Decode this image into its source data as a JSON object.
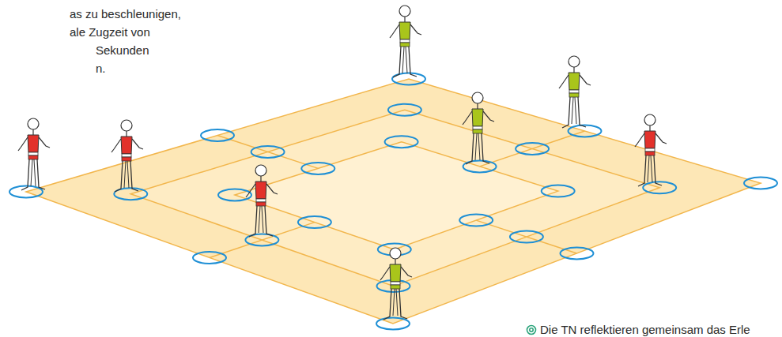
{
  "diagram": {
    "labels": [
      "as zu beschleunigen,",
      "ale Zugzeit von",
      "Sekunden",
      "n.",
      "Die TN reflektieren gemeinsam das Erle"
    ]
  }
}
